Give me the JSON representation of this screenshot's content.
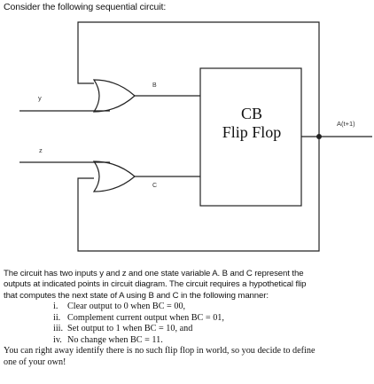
{
  "intro": "Consider the following sequential circuit:",
  "circuit": {
    "input_y": "y",
    "input_z": "z",
    "point_b": "B",
    "point_c": "C",
    "flipflop_line1": "CB",
    "flipflop_line2": "Flip Flop",
    "output": "A(t+1)"
  },
  "paragraph": [
    "The circuit has two inputs y and z and one state variable A. B and C represent the",
    "outputs at indicated points in circuit diagram. The circuit requires a hypothetical flip",
    "that computes the next state of A using B and C in the following manner:"
  ],
  "conditions": [
    {
      "num": "i.",
      "text": "Clear output to 0 when BC = 00,"
    },
    {
      "num": "ii.",
      "text": "Complement current output when BC = 01,"
    },
    {
      "num": "iii.",
      "text": "Set output to 1 when BC = 10, and"
    },
    {
      "num": "iv.",
      "text": "No change when BC = 11."
    }
  ],
  "closing": [
    "You can right away identify there is no such flip flop in world, so you decide to define",
    "one of your own!"
  ]
}
